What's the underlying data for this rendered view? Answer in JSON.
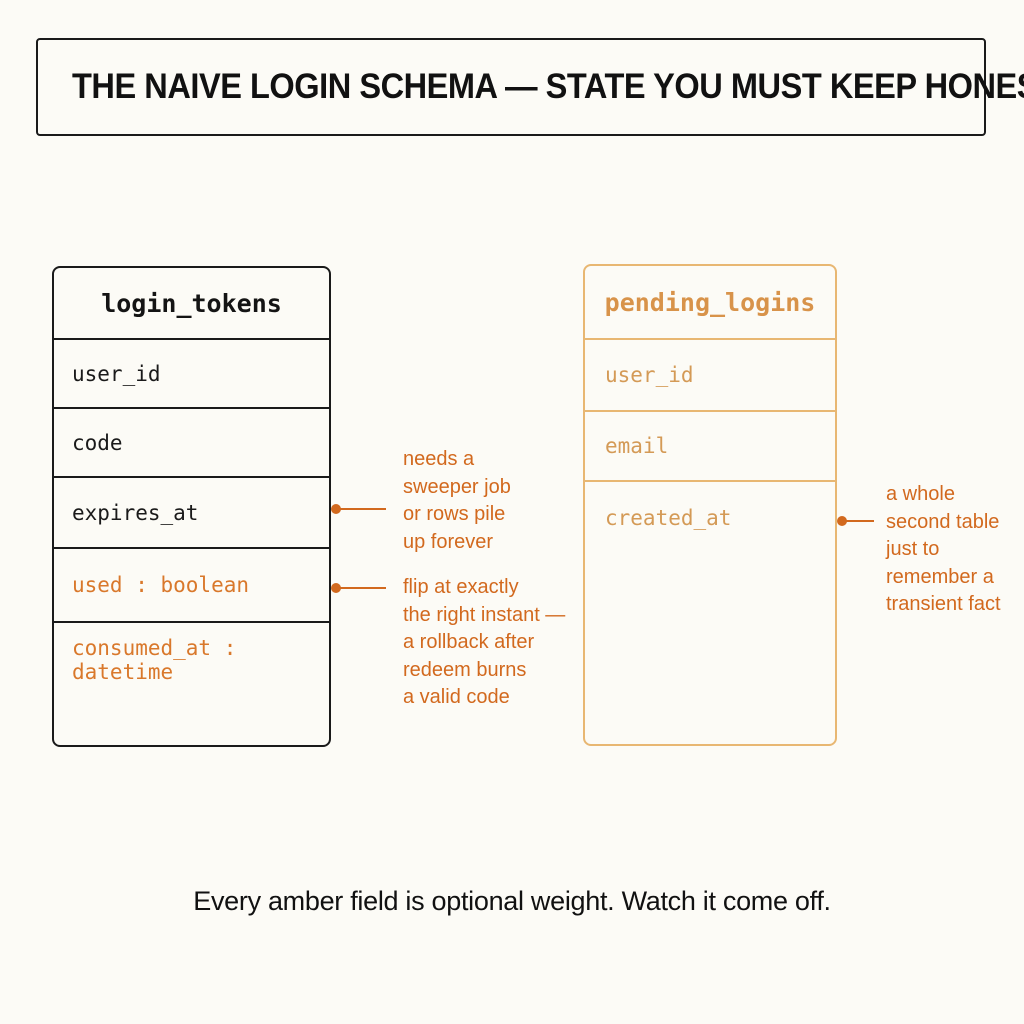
{
  "title": "THE NAIVE LOGIN SCHEMA — STATE YOU MUST KEEP HONEST",
  "tables": [
    {
      "name": "login_tokens",
      "fields": [
        "user_id",
        "code",
        "expires_at",
        "used : boolean",
        "consumed_at : datetime"
      ]
    },
    {
      "name": "pending_logins",
      "fields": [
        "user_id",
        "email",
        "created_at"
      ]
    }
  ],
  "annotations": {
    "expires_at": "needs a\nsweeper job\nor rows pile\nup forever",
    "used": "flip at exactly\nthe right instant —\na rollback after\nredeem burns\na valid code",
    "created_at": "a whole\nsecond table\njust to\nremember a\ntransient fact"
  },
  "footer": "Every amber field is optional weight. Watch it come off.",
  "colors": {
    "background": "#fcfbf6",
    "ink": "#1a1a1a",
    "amber": "#d9782b",
    "amber_light": "#e8b772"
  }
}
